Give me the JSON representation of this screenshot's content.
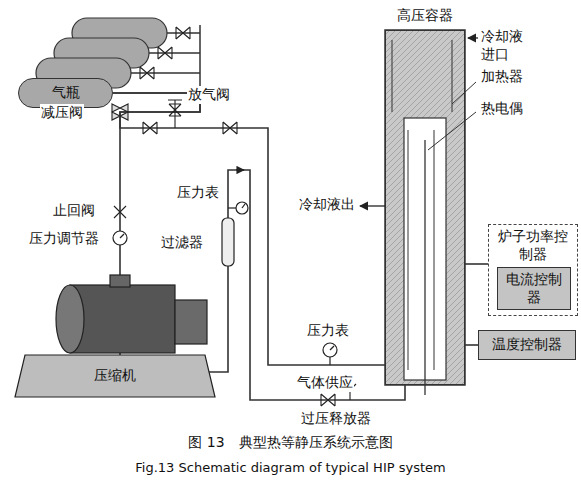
{
  "diagram": {
    "caption": "图 13　典型热等静压系统示意图",
    "nodes": [
      {
        "text": [
          "气瓶"
        ]
      },
      {
        "text": [
          "高压容器"
        ]
      },
      {
        "text": [
          "压缩机"
        ]
      },
      {
        "text": [
          "炉子功率控制器"
        ]
      },
      {
        "text": [
          "电流控制器"
        ],
        "in": 3
      },
      {
        "text": [
          "温度控制器"
        ]
      }
    ],
    "edges": [
      {
        "from": 0,
        "to": 2,
        "arrow": "none"
      },
      {
        "from": 0,
        "to": 1,
        "arrow": "none"
      },
      {
        "from": 2,
        "to": 1,
        "arrow": "none"
      },
      {
        "from": 1,
        "to": 3,
        "arrow": "none"
      },
      {
        "from": 1,
        "to": 5,
        "arrow": "none"
      }
    ],
    "labels": [
      "冷却液进口",
      "加热器",
      "热电偶",
      "冷却液出",
      "减压阀",
      "放气阀",
      "止回阀",
      "压力调节器",
      "压力表",
      "过滤器",
      "压力表",
      "气体供应",
      "过压释放器",
      "Fig.13 Schematic diagram of typical HIP system"
    ]
  }
}
